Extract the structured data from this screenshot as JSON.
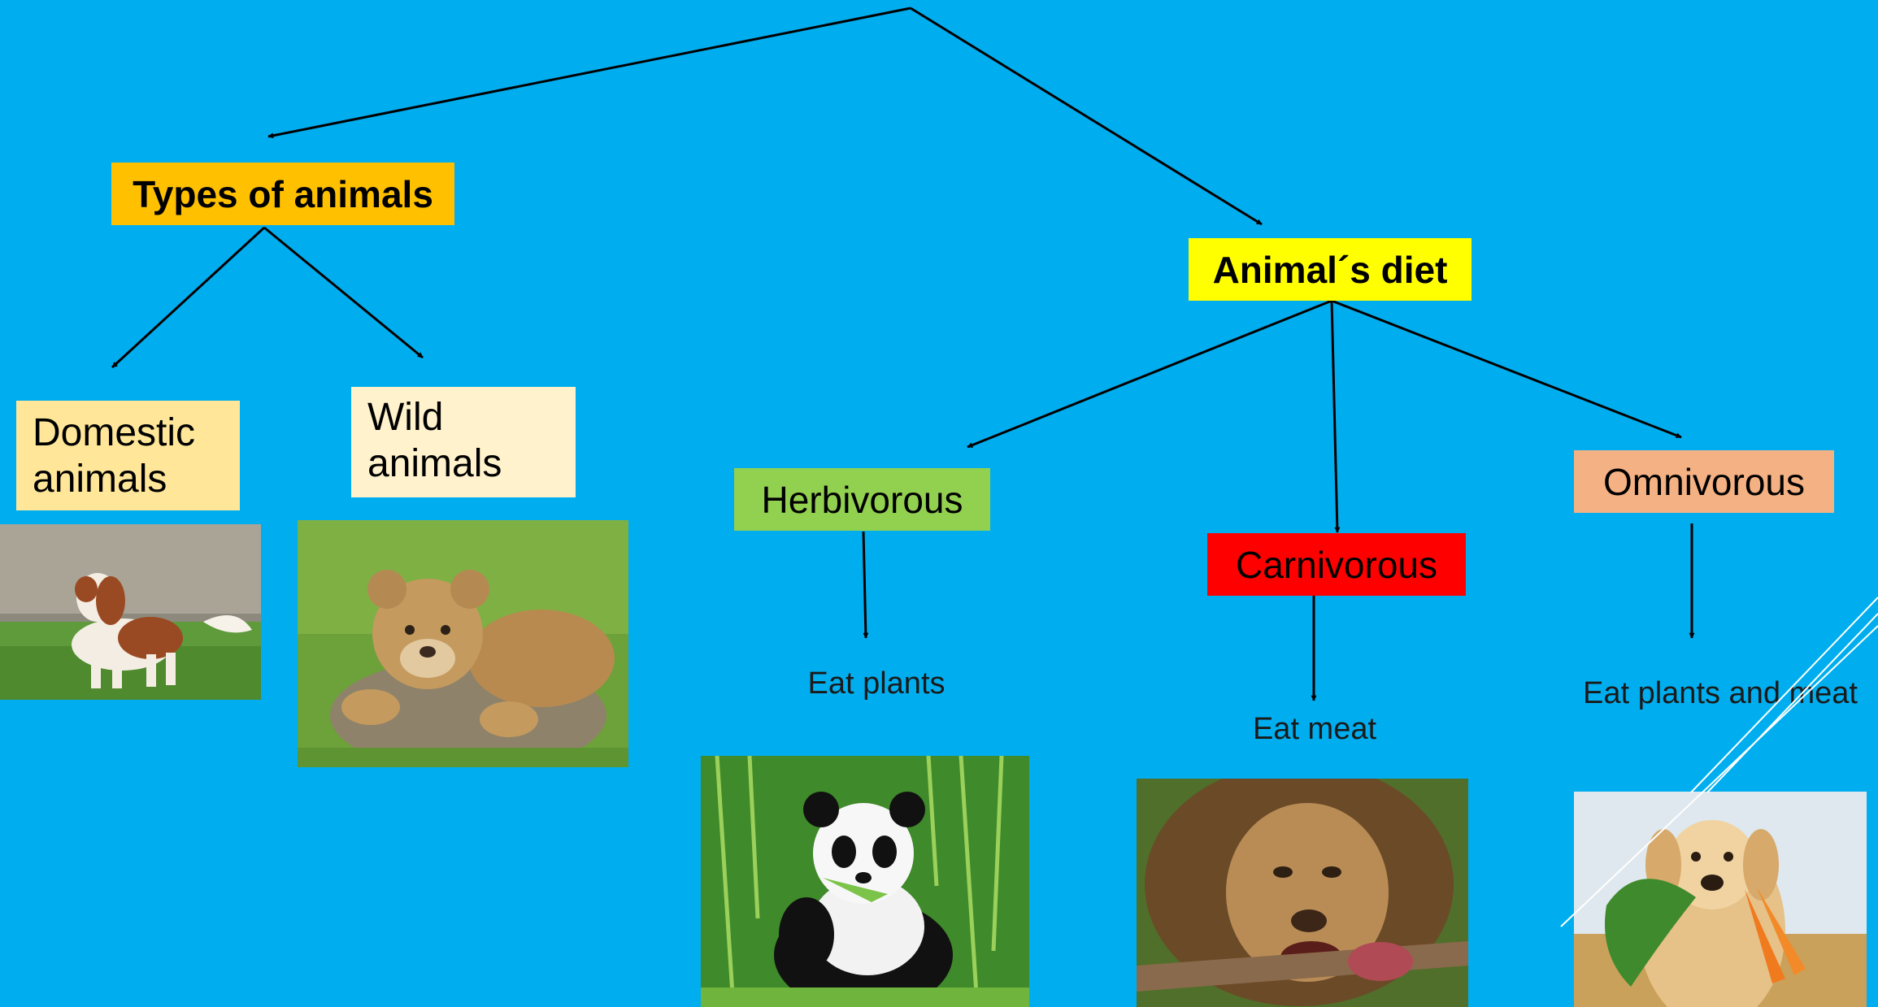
{
  "diagram": {
    "types": {
      "title": "Types of animals",
      "domestic": "Domestic animals",
      "wild": "Wild animals"
    },
    "diet": {
      "title": "Animal´s diet",
      "herbivorous": {
        "label": "Herbivorous",
        "caption": "Eat plants"
      },
      "carnivorous": {
        "label": "Carnivorous",
        "caption": "Eat meat"
      },
      "omnivorous": {
        "label": "Omnivorous",
        "caption": "Eat plants and meat"
      }
    }
  },
  "colors": {
    "background": "#00aeef",
    "types_box": "#ffc000",
    "diet_box": "#ffff00",
    "domestic_box": "#ffe699",
    "wild_box": "#fff2cc",
    "herbivorous_box": "#92d050",
    "carnivorous_box": "#ff0000",
    "omnivorous_box": "#f4b183"
  },
  "images": {
    "domestic_photo": "dog-puppy-on-grass",
    "wild_photo": "lion-cub-on-rock",
    "herbivorous_photo": "panda-eating-bamboo",
    "carnivorous_photo": "lion-eating-meat",
    "omnivorous_photo": "dog-with-carrots"
  }
}
